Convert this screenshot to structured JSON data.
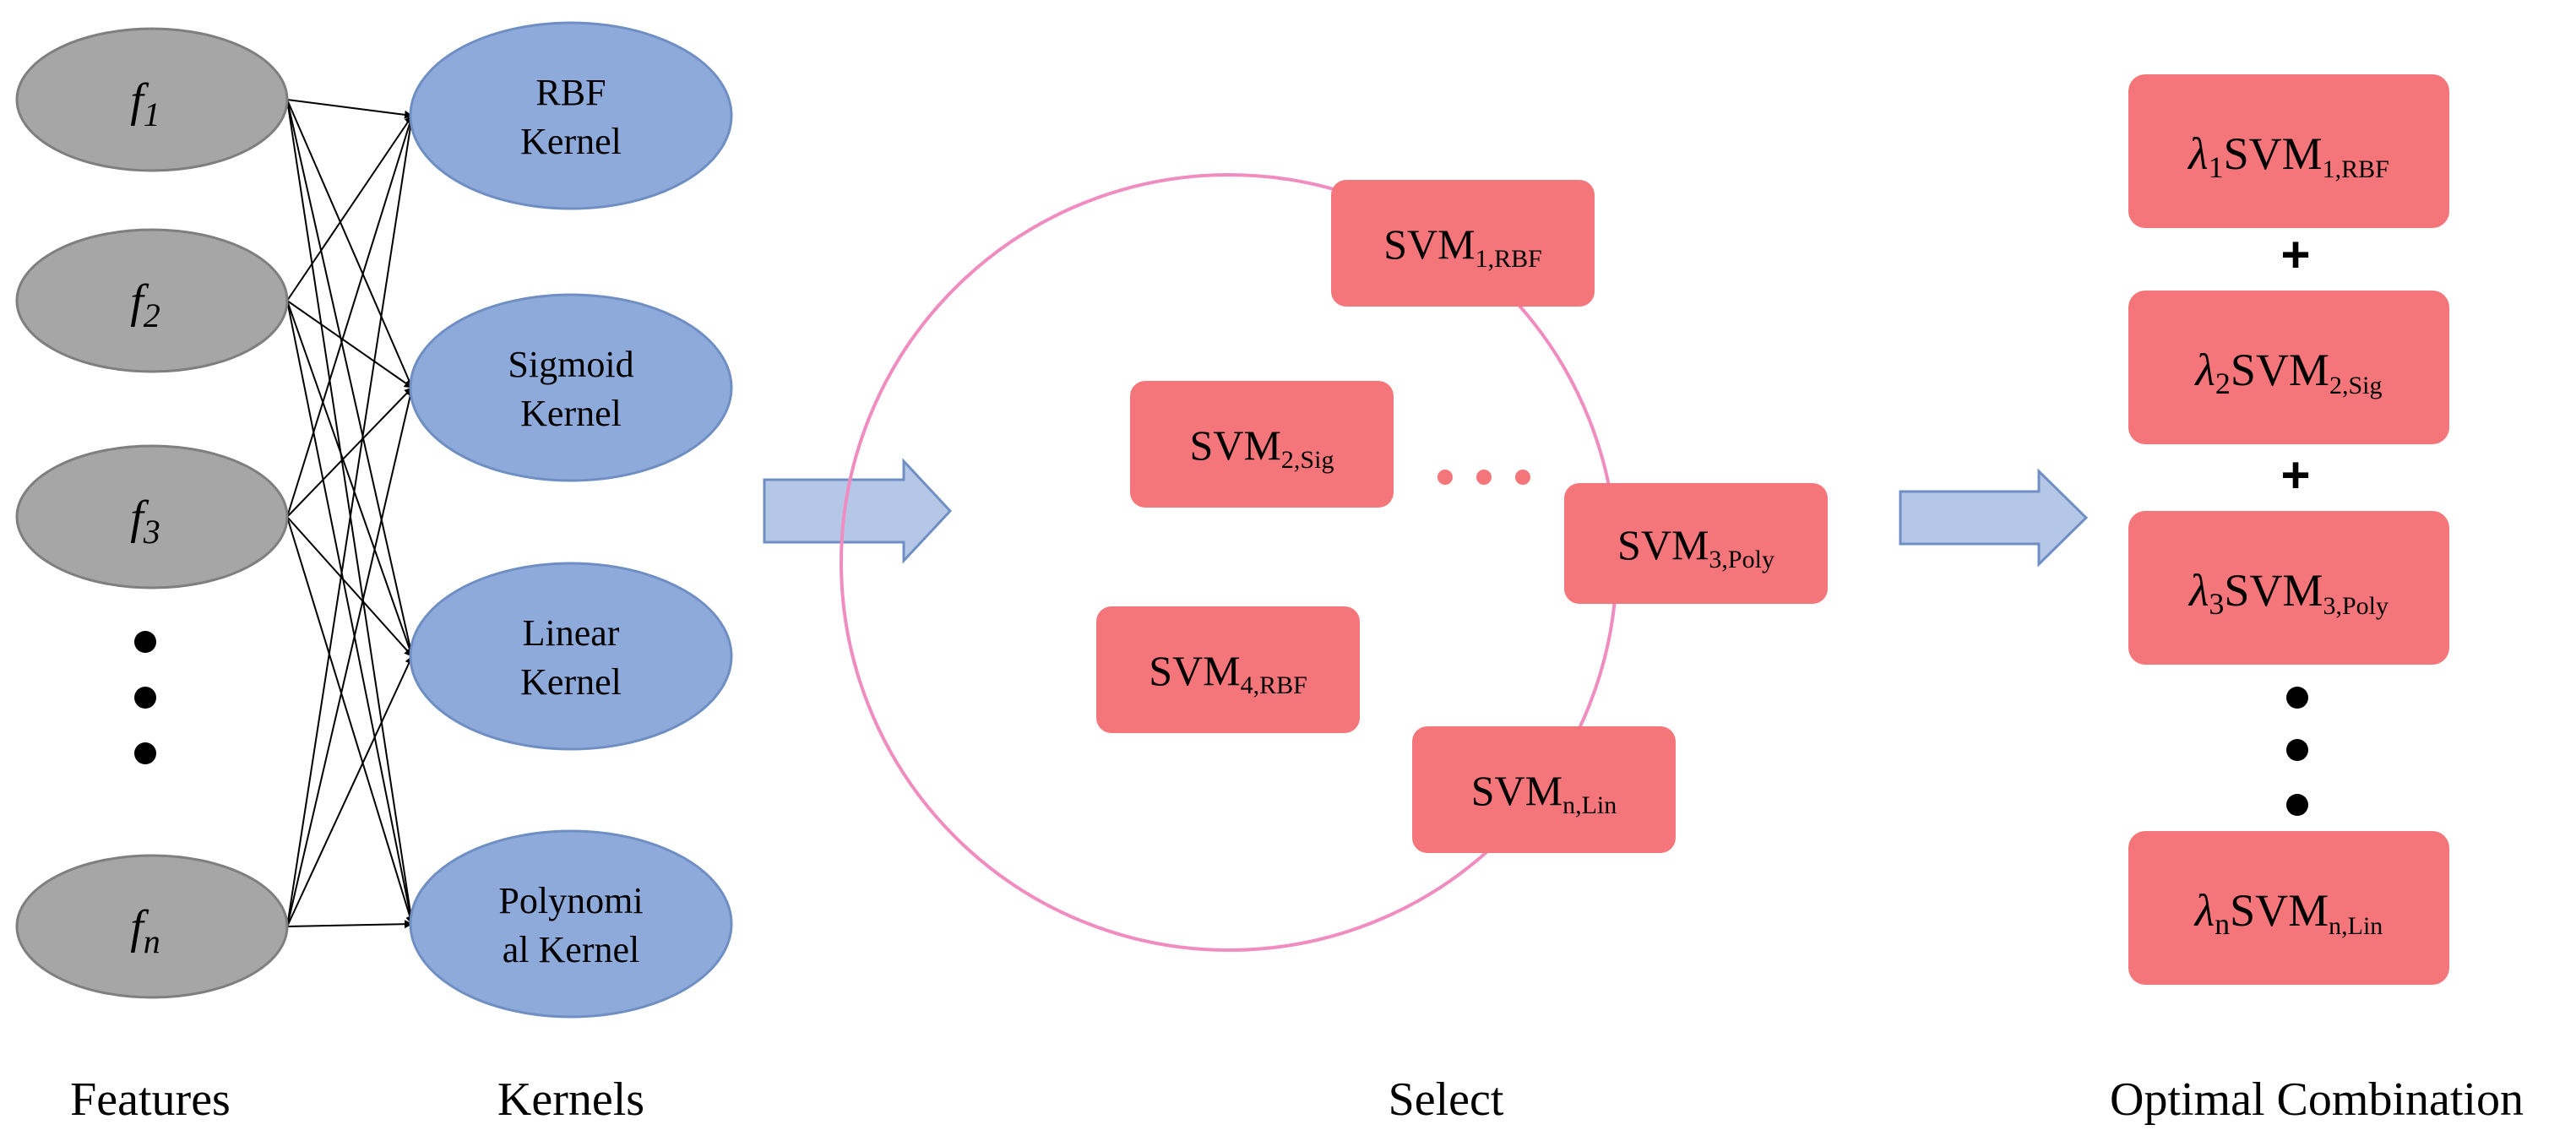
{
  "features": {
    "label": "Features",
    "nodes": [
      {
        "letter": "f",
        "sub": "1"
      },
      {
        "letter": "f",
        "sub": "2"
      },
      {
        "letter": "f",
        "sub": "3"
      },
      {
        "letter": "f",
        "sub": "n"
      }
    ]
  },
  "kernels": {
    "label": "Kernels",
    "nodes": [
      {
        "line1": "RBF",
        "line2": "Kernel"
      },
      {
        "line1": "Sigmoid",
        "line2": "Kernel"
      },
      {
        "line1": "Linear",
        "line2": "Kernel"
      },
      {
        "line1": "Polynomi",
        "line2": "al Kernel"
      }
    ]
  },
  "select": {
    "label": "Select",
    "boxes": [
      {
        "name": "SVM",
        "sub": "1,RBF"
      },
      {
        "name": "SVM",
        "sub": "2,Sig"
      },
      {
        "name": "SVM",
        "sub": "3,Poly"
      },
      {
        "name": "SVM",
        "sub": "4,RBF"
      },
      {
        "name": "SVM",
        "sub": "n,Lin"
      }
    ]
  },
  "combination": {
    "label": "Optimal Combination",
    "plus": "+",
    "boxes": [
      {
        "lambda": "λ",
        "lambda_sub": "1",
        "name": "SVM",
        "sub": "1,RBF"
      },
      {
        "lambda": "λ",
        "lambda_sub": "2",
        "name": "SVM",
        "sub": "2,Sig"
      },
      {
        "lambda": "λ",
        "lambda_sub": "3",
        "name": "SVM",
        "sub": "3,Poly"
      },
      {
        "lambda": "λ",
        "lambda_sub": "n",
        "name": "SVM",
        "sub": "n,Lin"
      }
    ]
  },
  "colors": {
    "feature_fill": "#a6a6a6",
    "kernel_fill": "#8eaadb",
    "svm_box": "#f4767a",
    "circle": "#f08cc0",
    "arrow_fill": "#b4c7e7",
    "arrow_stroke": "#6f8fc4"
  }
}
